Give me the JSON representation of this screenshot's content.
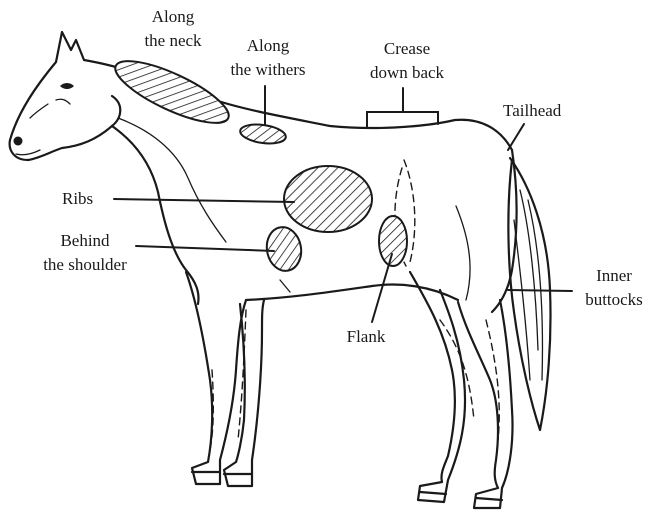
{
  "figure": {
    "labels": {
      "neck": [
        "Along",
        "the neck"
      ],
      "withers": [
        "Along",
        "the withers"
      ],
      "crease": [
        "Crease",
        "down back"
      ],
      "tailhead": [
        "Tailhead"
      ],
      "ribs": [
        "Ribs"
      ],
      "shoulder": [
        "Behind",
        "the shoulder"
      ],
      "flank": [
        "Flank"
      ],
      "buttocks": [
        "Inner",
        "buttocks"
      ]
    }
  }
}
